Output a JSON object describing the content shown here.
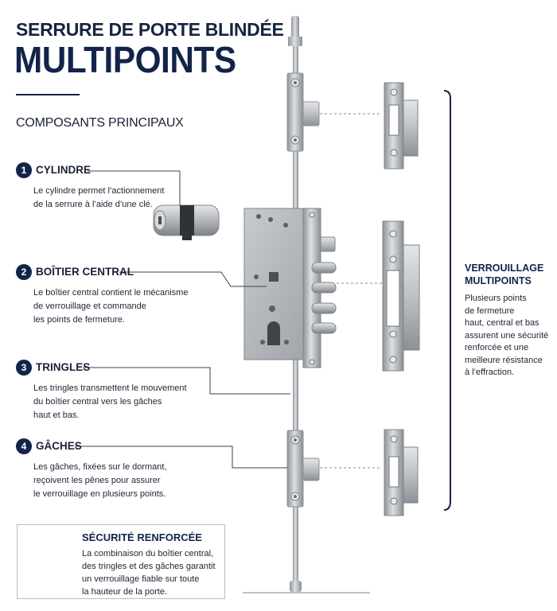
{
  "header": {
    "title_small": "SERRURE DE PORTE BLINDÉE",
    "title_big": "MULTIPOINTS",
    "subtitle": "COMPOSANTS PRINCIPAUX"
  },
  "components": [
    {
      "number": "1",
      "title": "CYLINDRE",
      "lines": [
        "Le cylindre permet l’actionnement",
        "de la serrure à l’aide d’une clé."
      ]
    },
    {
      "number": "2",
      "title": "BOÎTIER CENTRAL",
      "lines": [
        "Le boîtier central contient le mécanisme",
        "de verrouillage et commande",
        "les points de fermeture."
      ]
    },
    {
      "number": "3",
      "title": "TRINGLES",
      "lines": [
        "Les tringles transmettent le mouvement",
        "du boîtier central vers les gâches",
        "haut et bas."
      ]
    },
    {
      "number": "4",
      "title": "GÂCHES",
      "lines": [
        "Les gâches, fixées sur le dormant,",
        "reçoivent les pênes pour assurer",
        "le verrouillage en plusieurs points."
      ]
    }
  ],
  "multipoint": {
    "title_lines": [
      "VERROUILLAGE",
      "MULTIPOINTS"
    ],
    "text_lines": [
      "Plusieurs points",
      "de fermeture",
      "haut, central et bas",
      "assurent une sécurité",
      "renforcée et une",
      "meilleure résistance",
      "à l’effraction."
    ]
  },
  "security": {
    "icon": "shield-lock-icon",
    "title": "SÉCURITÉ RENFORCÉE",
    "text_lines": [
      "La combinaison du boîtier central,",
      "des tringles et des gâches garantit",
      "un verrouillage fiable sur toute",
      "la hauteur de la porte."
    ]
  },
  "colors": {
    "navy": "#13234a",
    "steel": "#b9bcc1",
    "steel_dark": "#8e9298"
  }
}
